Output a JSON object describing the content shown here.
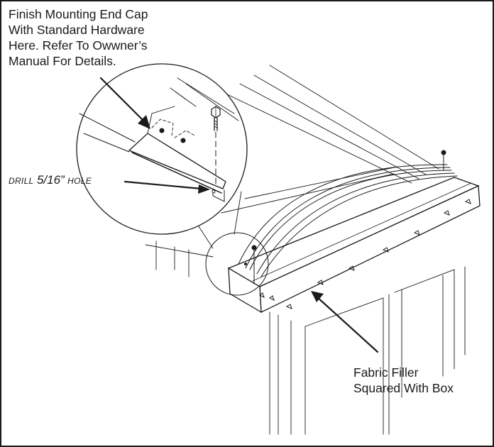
{
  "callouts": {
    "finish_line1": "Finish Mounting End Cap",
    "finish_line2": "With Standard Hardware",
    "finish_line3": "Here. Refer To Owwner’s",
    "finish_line4": "Manual For Details.",
    "drill_word": "DRILL",
    "drill_size": "5/16”",
    "drill_hole": "HOLE",
    "fabric_line1": "Fabric Filler",
    "fabric_line2": "Squared With Box"
  },
  "colors": {
    "line": "#1a1a1a",
    "background": "#ffffff"
  }
}
